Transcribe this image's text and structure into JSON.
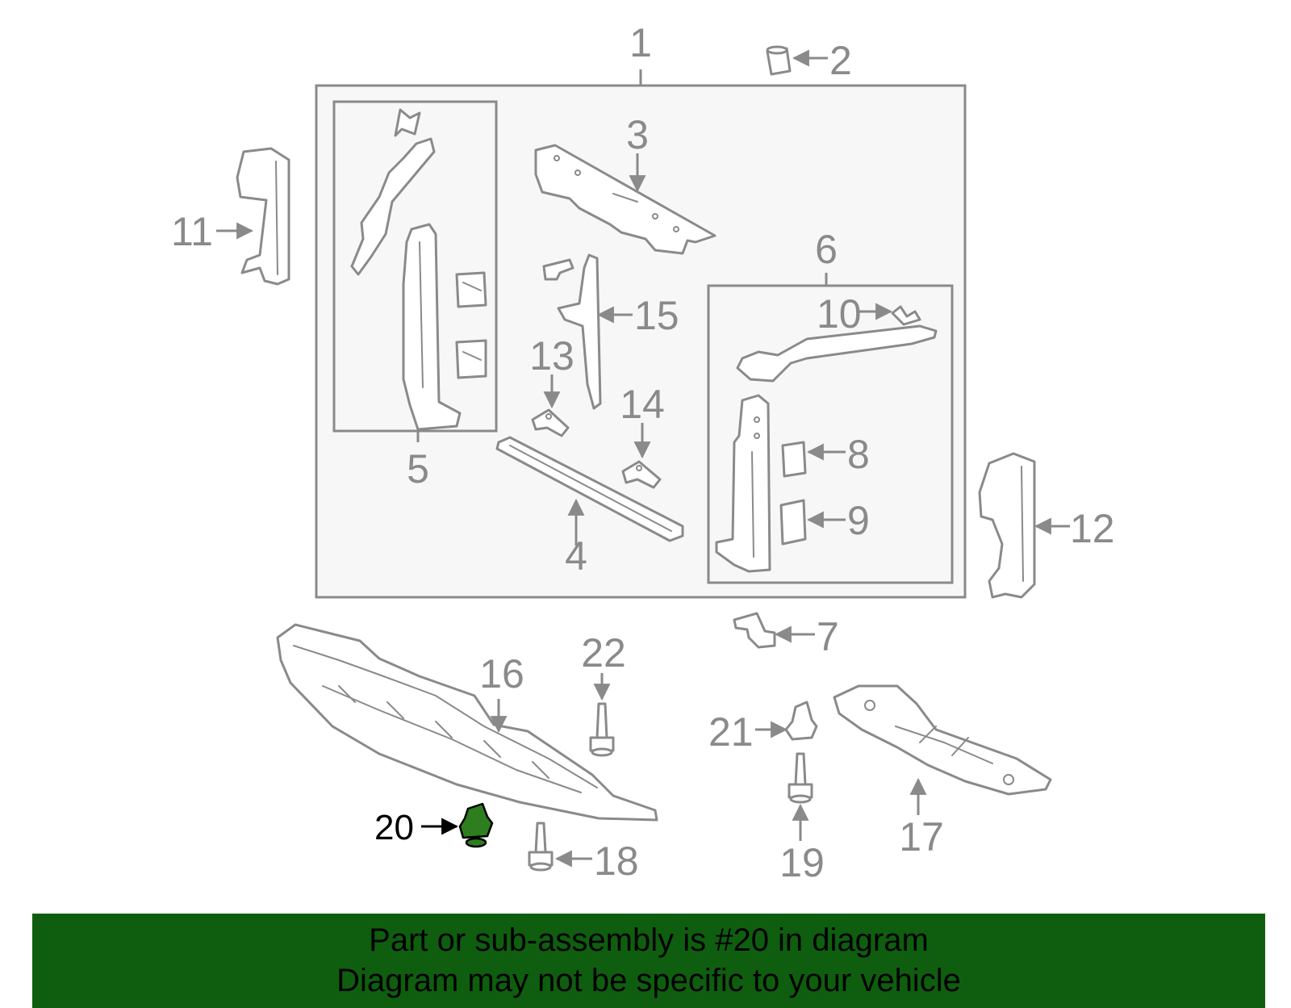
{
  "diagram": {
    "callouts": {
      "c1": "1",
      "c2": "2",
      "c3": "3",
      "c4": "4",
      "c5": "5",
      "c6": "6",
      "c7": "7",
      "c8": "8",
      "c9": "9",
      "c10": "10",
      "c11": "11",
      "c12": "12",
      "c13": "13",
      "c14": "14",
      "c15": "15",
      "c16": "16",
      "c17": "17",
      "c18": "18",
      "c19": "19",
      "c20": "20",
      "c21": "21",
      "c22": "22"
    },
    "highlighted_part": "20",
    "colors": {
      "line": "#8a8a8a",
      "highlight_fill": "#2e7d1e",
      "banner": "#0f5e0f"
    }
  },
  "banner": {
    "line1": "Part or sub-assembly is #20 in diagram",
    "line2": "Diagram may not be specific to your vehicle"
  }
}
